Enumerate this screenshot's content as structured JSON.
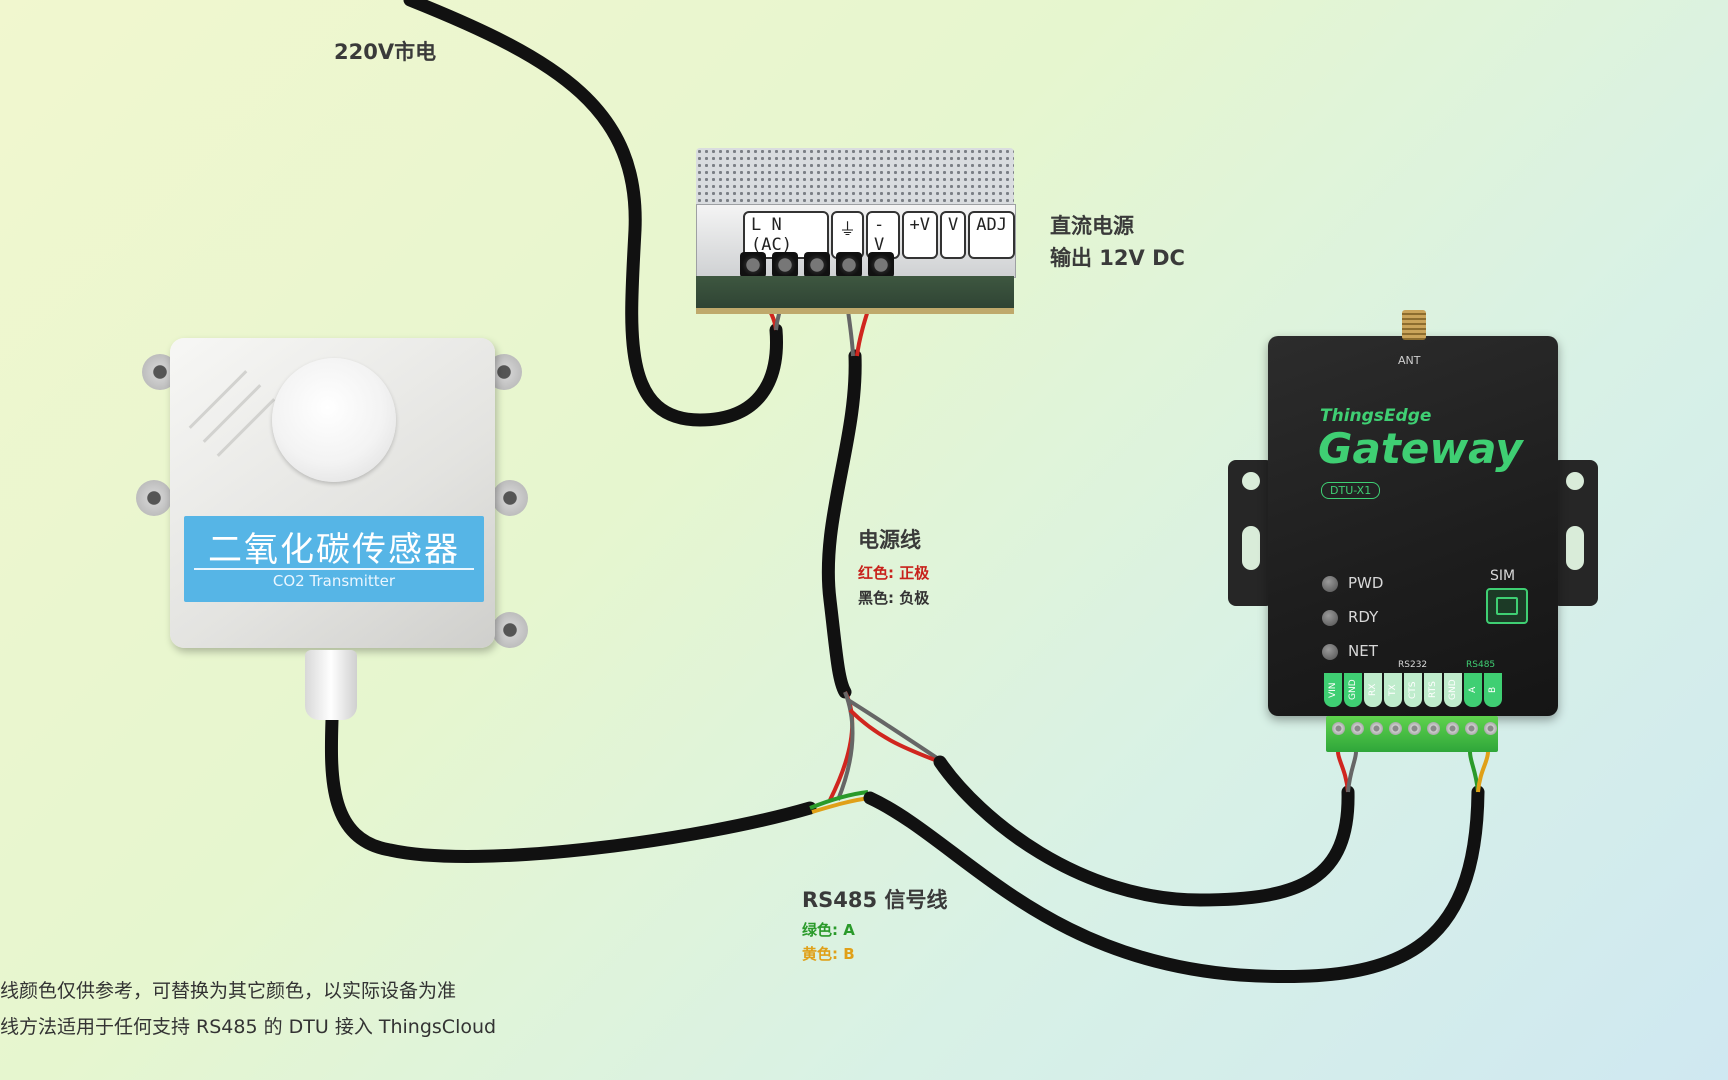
{
  "labels": {
    "mains": "220V市电",
    "psu_title": "直流电源",
    "psu_output": "输出 12V DC",
    "power_line": "电源线",
    "power_red": "红色: 正极",
    "power_black": "黑色: 负极",
    "rs485_line": "RS485 信号线",
    "rs485_green": "绿色: A",
    "rs485_yellow": "黄色: B"
  },
  "psu": {
    "terminals": [
      "L N (AC)",
      "⏚",
      "-V",
      "+V",
      "V",
      "ADJ"
    ]
  },
  "sensor": {
    "title": "二氧化碳传感器",
    "subtitle": "CO2 Transmitter"
  },
  "gateway": {
    "brand_small": "ThingsEdge",
    "brand_large": "Gateway",
    "model": "DTU-X1",
    "antenna": "ANT",
    "leds": [
      "PWD",
      "RDY",
      "NET"
    ],
    "sim": "SIM",
    "group_rs232": "RS232",
    "group_rs485": "RS485",
    "terminals": [
      "VIN",
      "GND",
      "RX",
      "TX",
      "CTS",
      "RTS",
      "GND",
      "A",
      "B"
    ]
  },
  "notes": [
    "线颜色仅供参考，可替换为其它颜色，以实际设备为准",
    "线方法适用于任何支持 RS485 的 DTU 接入 ThingsCloud"
  ],
  "colors": {
    "red_wire": "#d0261f",
    "green_wire": "#2a9a2a",
    "yellow_wire": "#e0a018",
    "gateway_green": "#3fcf73",
    "sensor_blue": "#56b5e6"
  }
}
